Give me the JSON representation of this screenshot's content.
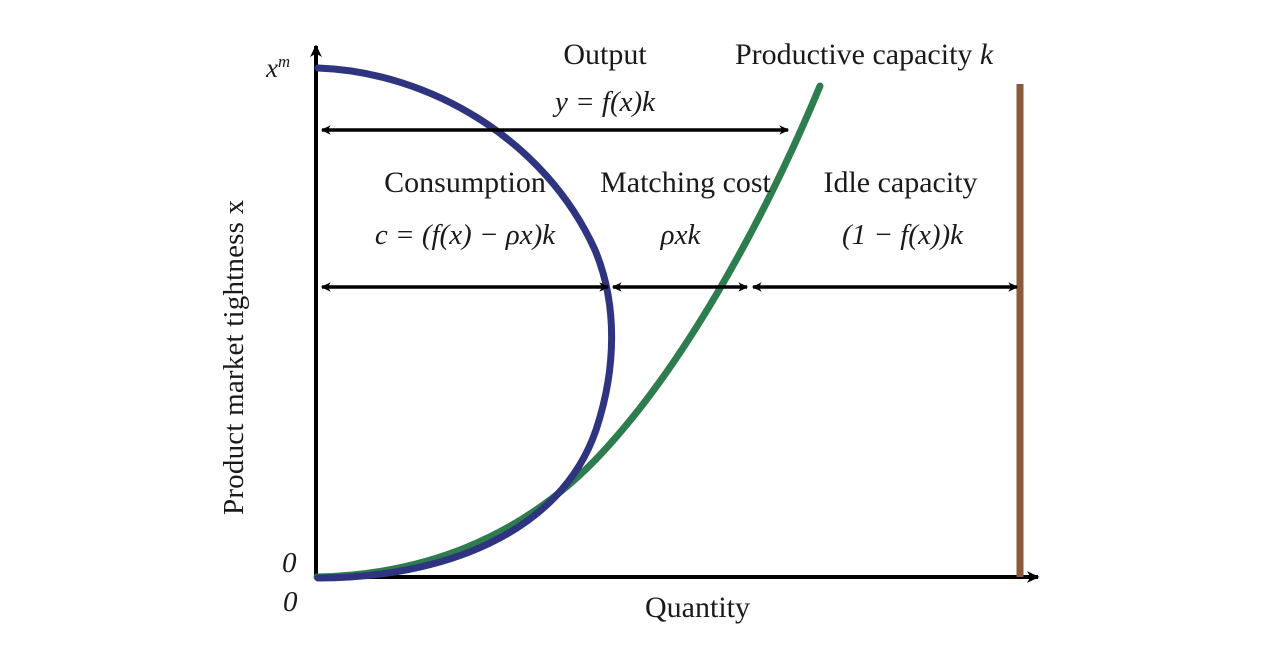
{
  "figure": {
    "background_color": "#ffffff",
    "axes": {
      "x_axis_label": "Quantity",
      "y_axis_label": "Product market tightness x",
      "x_origin_tick": "0",
      "y_origin_tick": "0",
      "y_top_tick": "x",
      "y_top_tick_sup": "m"
    },
    "curves": [
      {
        "name": "output-curve",
        "label_title": "Output",
        "label_formula": "y = f(x)k",
        "color": "#2e3480"
      },
      {
        "name": "productive-capacity-curve",
        "label": "Productive capacity k",
        "label_plain": "Productive capacity ",
        "label_italic": "k",
        "color": "#2e7d4f"
      },
      {
        "name": "capacity-line",
        "color": "#8a5a3b"
      }
    ],
    "bands": [
      {
        "name": "consumption",
        "title": "Consumption",
        "formula_pre": "c",
        "formula": "c = (f(x) − ρx)k"
      },
      {
        "name": "matching-cost",
        "title": "Matching cost",
        "formula": "ρxk"
      },
      {
        "name": "idle-capacity",
        "title": "Idle capacity",
        "formula": "(1 − f(x))k"
      }
    ],
    "arrows": {
      "output_span_name": "output-span-arrow",
      "consumption_span_name": "consumption-span-arrow",
      "matching_span_name": "matching-cost-span-arrow",
      "idle_span_name": "idle-capacity-span-arrow"
    }
  },
  "chart_data": {
    "type": "line",
    "title": "",
    "xlabel": "Quantity",
    "ylabel": "Product market tightness x",
    "xlim": [
      0,
      1.0
    ],
    "ylim": [
      0,
      1.0
    ],
    "grid": false,
    "legend": "inline-annotations",
    "xticks": [
      "0"
    ],
    "yticks": [
      "0",
      "x^m"
    ],
    "series": [
      {
        "name": "Output  y = f(x)k",
        "color": "#2e3480",
        "comment": "concave frontier from (0, x^m) bulging right then returning to origin; max quantity near x mid-height",
        "points": [
          [
            0.0,
            0.962
          ],
          [
            0.06,
            0.955
          ],
          [
            0.14,
            0.93
          ],
          [
            0.22,
            0.888
          ],
          [
            0.29,
            0.83
          ],
          [
            0.35,
            0.76
          ],
          [
            0.39,
            0.68
          ],
          [
            0.405,
            0.6
          ],
          [
            0.408,
            0.545
          ],
          [
            0.402,
            0.47
          ],
          [
            0.385,
            0.39
          ],
          [
            0.355,
            0.3
          ],
          [
            0.31,
            0.215
          ],
          [
            0.25,
            0.14
          ],
          [
            0.175,
            0.075
          ],
          [
            0.09,
            0.027
          ],
          [
            0.0,
            0.0
          ]
        ]
      },
      {
        "name": "Productive capacity k",
        "color": "#2e7d4f",
        "comment": "convex increasing curve from origin to upper right",
        "points": [
          [
            0.0,
            0.0
          ],
          [
            0.06,
            0.006
          ],
          [
            0.12,
            0.022
          ],
          [
            0.18,
            0.05
          ],
          [
            0.24,
            0.092
          ],
          [
            0.3,
            0.15
          ],
          [
            0.36,
            0.225
          ],
          [
            0.42,
            0.318
          ],
          [
            0.48,
            0.43
          ],
          [
            0.545,
            0.56
          ],
          [
            0.6,
            0.68
          ],
          [
            0.655,
            0.81
          ],
          [
            0.69,
            0.905
          ]
        ]
      },
      {
        "name": "Capacity boundary k",
        "color": "#8a5a3b",
        "type": "vline",
        "x": 0.962,
        "y_range": [
          0.0,
          0.905
        ]
      }
    ],
    "annotations": [
      {
        "text": "Output",
        "x": 0.44,
        "y": 0.975
      },
      {
        "text": "y = f(x)k",
        "x": 0.44,
        "y": 0.895
      },
      {
        "text": "Productive capacity k",
        "x": 0.78,
        "y": 0.975
      },
      {
        "text": "Consumption",
        "x": 0.185,
        "y": 0.715
      },
      {
        "text": "c = (f(x) − ρx)k",
        "x": 0.185,
        "y": 0.635
      },
      {
        "text": "Matching cost",
        "x": 0.505,
        "y": 0.715
      },
      {
        "text": "ρxk",
        "x": 0.505,
        "y": 0.635
      },
      {
        "text": "Idle capacity",
        "x": 0.795,
        "y": 0.715
      },
      {
        "text": "(1 − f(x))k",
        "x": 0.795,
        "y": 0.635
      }
    ],
    "span_arrows": [
      {
        "name": "Output span",
        "y": 0.83,
        "x_from": 0.0,
        "x_to": 0.65,
        "double_headed": true
      },
      {
        "name": "Consumption span",
        "y": 0.545,
        "x_from": 0.0,
        "x_to": 0.405,
        "double_headed": true
      },
      {
        "name": "Matching cost span",
        "y": 0.545,
        "x_from": 0.405,
        "x_to": 0.595,
        "double_headed": true
      },
      {
        "name": "Idle capacity span",
        "y": 0.545,
        "x_from": 0.595,
        "x_to": 0.962,
        "double_headed": true
      }
    ]
  }
}
